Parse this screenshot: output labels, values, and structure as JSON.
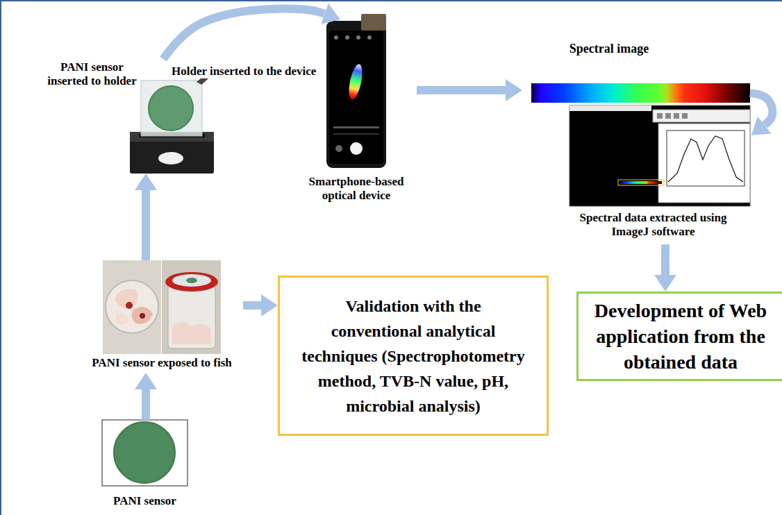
{
  "diagram": {
    "nodes": [
      {
        "text": [
          "PANI sensor inserted to holder"
        ]
      },
      {
        "text": [
          "Smartphone-based optical device"
        ]
      },
      {
        "text": [
          "Spectral image"
        ]
      },
      {
        "text": [
          "Spectral data extracted using ImageJ software"
        ]
      },
      {
        "text": [
          "Development of Web application from the obtained data"
        ]
      },
      {
        "text": [
          "PANI sensor exposed to fish"
        ]
      },
      {
        "text": [
          "Validation with the conventional analytical techniques (Spectrophotometry method, TVB-N value, pH, microbial analysis)"
        ]
      },
      {
        "text": [
          "PANI sensor"
        ]
      }
    ],
    "edges": [
      {
        "from": 7,
        "to": 5,
        "arrow": "to"
      },
      {
        "from": 5,
        "to": 0,
        "arrow": "to"
      },
      {
        "from": 0,
        "to": 1,
        "label": "Holder inserted to the device",
        "arrow": "to"
      },
      {
        "from": 1,
        "to": 2,
        "arrow": "to"
      },
      {
        "from": 2,
        "to": 3,
        "arrow": "to"
      },
      {
        "from": 3,
        "to": 4,
        "arrow": "to"
      },
      {
        "from": 5,
        "to": 6,
        "arrow": "to"
      }
    ]
  }
}
